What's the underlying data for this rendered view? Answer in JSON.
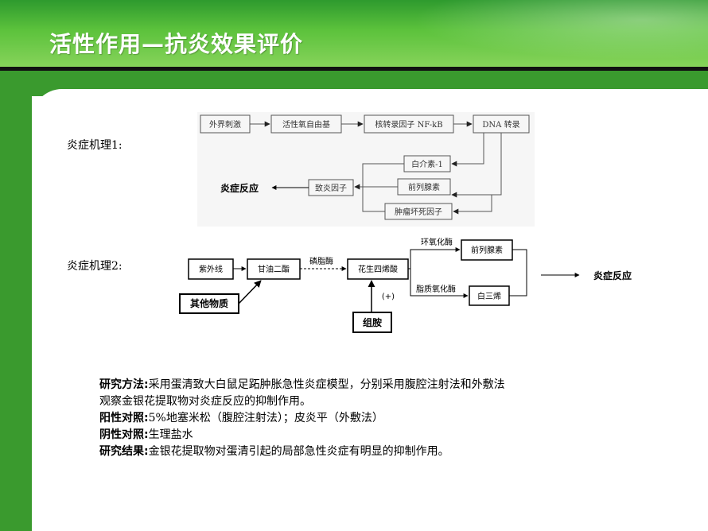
{
  "slide": {
    "title": "活性作用—抗炎效果评价",
    "colors": {
      "header_green": "#5cc23c",
      "sidebar_green": "#3a9a2e",
      "header_line": "#111111"
    }
  },
  "mechanism1": {
    "label": "炎症机理1:",
    "nodes": {
      "external_stimulus": "外界刺激",
      "ros": "活性氧自由基",
      "nfkb": "核转录因子 NF-kB",
      "dna": "DNA 转录",
      "inflammatory_factor": "致炎因子",
      "il1": "白介素-1",
      "prostaglandin": "前列腺素",
      "tnf": "肿瘤坏死因子",
      "inflammation": "炎症反应"
    }
  },
  "mechanism2": {
    "label": "炎症机理2:",
    "nodes": {
      "uv": "紫外线",
      "glycerol": "甘油二酯",
      "phospholipase": "磷脂酶",
      "arachidonic": "花生四烯酸",
      "cox": "环氧化酶",
      "prostaglandin": "前列腺素",
      "lox": "脂质氧化酶",
      "leukotriene": "白三烯",
      "inflammation": "炎症反应",
      "other": "其他物质",
      "histamine": "组胺",
      "plus": "(+)"
    }
  },
  "study": {
    "method_label": "研究方法:",
    "method_text": "采用蛋清致大白鼠足跖肿胀急性炎症模型，分别采用腹腔注射法和外敷法",
    "method_text2": "观察金银花提取物对炎症反应的抑制作用。",
    "positive_label": "阳性对照:",
    "positive_text": "5%地塞米松（腹腔注射法）；皮炎平（外敷法）",
    "negative_label": "阴性对照:",
    "negative_text": "生理盐水",
    "result_label": "研究结果:",
    "result_text": "金银花提取物对蛋清引起的局部急性炎症有明显的抑制作用。"
  }
}
